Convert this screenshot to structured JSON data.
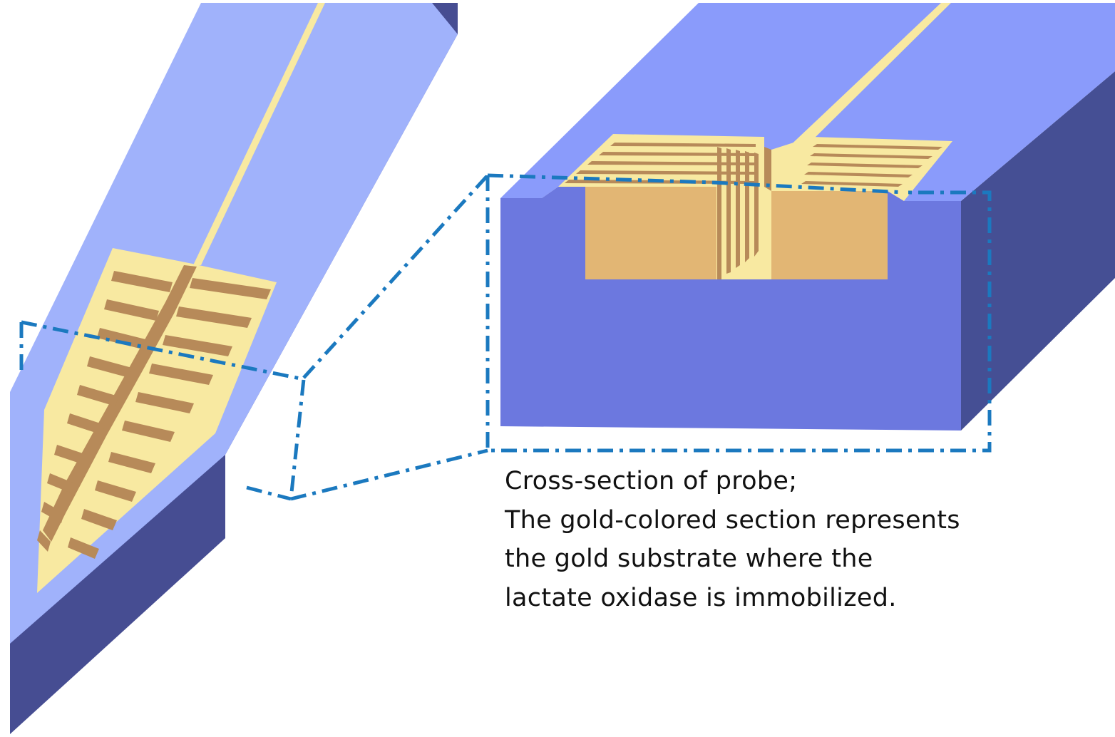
{
  "caption": {
    "lines": [
      "Cross-section of probe;",
      "The gold-colored section represents",
      "the gold substrate where the",
      "lactate oxidase is immobilized."
    ]
  },
  "colors": {
    "probe_top_light": "#a0b2fb",
    "probe_side_dark": "#464d92",
    "block_top": "#8a9bfb",
    "block_front": "#6c78df",
    "block_side": "#454f94",
    "gold_light": "#f8e9a1",
    "gold_mid": "#e2b674",
    "gold_dark": "#b78a59",
    "dash_line": "#1b79bf",
    "caption_text": "#111111"
  },
  "parts": [
    "probe-tip",
    "electrode-array",
    "zoom-frame",
    "cross-section-block",
    "gold-substrate"
  ]
}
